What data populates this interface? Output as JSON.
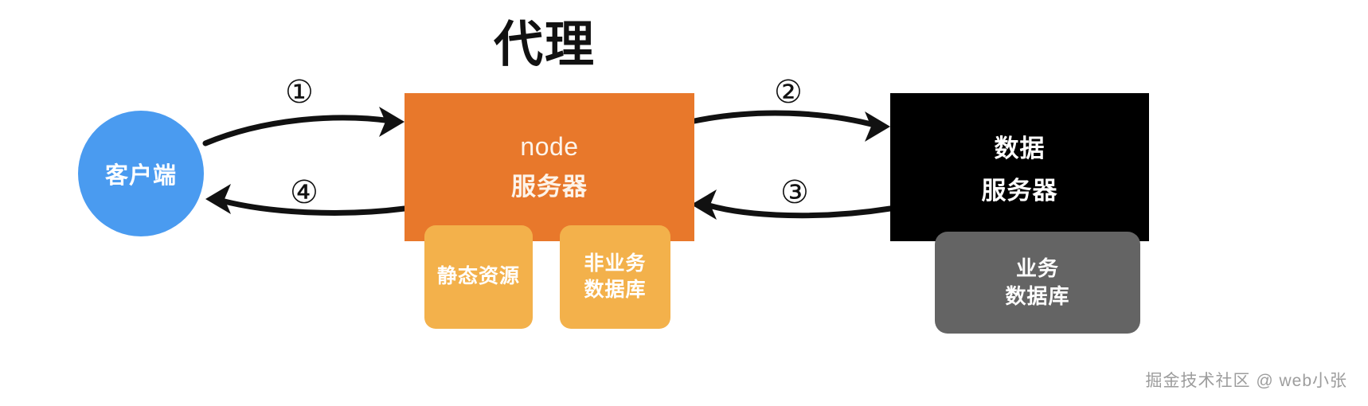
{
  "diagram": {
    "title": "代理",
    "watermark": "掘金技术社区 @ web小张",
    "colors": {
      "client": "#4a9bf0",
      "node_server": "#e8782b",
      "sub_box": "#f3b14b",
      "data_server": "#000000",
      "biz_db": "#646464",
      "arrow": "#111111",
      "background": "#ffffff"
    },
    "nodes": {
      "client": {
        "label": "客户端",
        "shape": "circle"
      },
      "node_server": {
        "line1": "node",
        "line2": "服务器",
        "shape": "rectangle"
      },
      "static_resources": {
        "line1": "静态资源",
        "shape": "rounded-rectangle"
      },
      "non_business_db": {
        "line1": "非业务",
        "line2": "数据库",
        "shape": "rounded-rectangle"
      },
      "data_server": {
        "line1": "数据",
        "line2": "服务器",
        "shape": "rectangle"
      },
      "business_db": {
        "line1": "业务",
        "line2": "数据库",
        "shape": "rounded-rectangle"
      }
    },
    "steps": [
      {
        "id": "1",
        "marker": "①",
        "from": "client",
        "to": "node_server",
        "direction": "right"
      },
      {
        "id": "2",
        "marker": "②",
        "from": "node_server",
        "to": "data_server",
        "direction": "right"
      },
      {
        "id": "3",
        "marker": "③",
        "from": "data_server",
        "to": "node_server",
        "direction": "left"
      },
      {
        "id": "4",
        "marker": "④",
        "from": "node_server",
        "to": "client",
        "direction": "left"
      }
    ]
  }
}
